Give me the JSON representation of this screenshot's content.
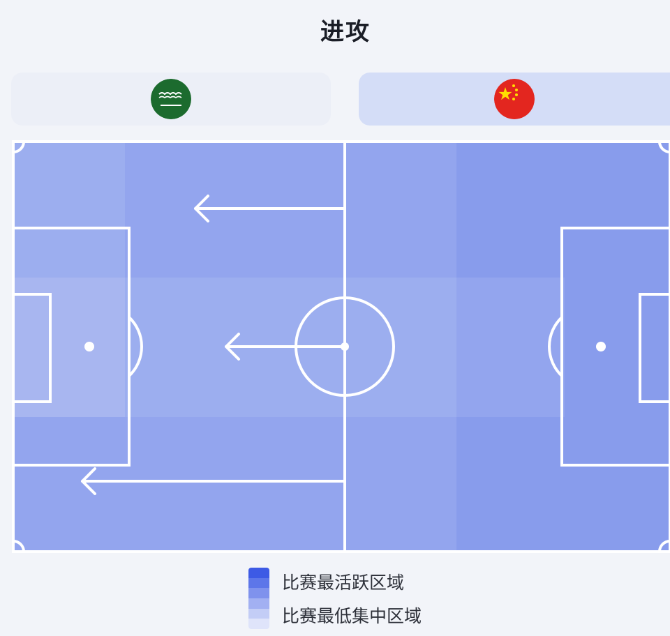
{
  "page": {
    "title": "进攻"
  },
  "teams": [
    {
      "side": "left",
      "flag_icon": "saudi-arabia-flag-icon",
      "flag_color": "#1c6b2e",
      "selected": false
    },
    {
      "side": "right",
      "flag_icon": "china-flag-icon",
      "flag_color": "#e3261f",
      "selected": true
    }
  ],
  "heatmap": {
    "columns": 6,
    "rows": 3,
    "levels": [
      [
        2,
        3,
        3,
        3,
        4,
        4
      ],
      [
        1,
        2,
        2,
        2,
        3,
        4
      ],
      [
        3,
        3,
        3,
        3,
        4,
        4
      ]
    ],
    "palette": [
      "#b7c3f1",
      "#a8b6f0",
      "#9caeef",
      "#93a5ee",
      "#889cec"
    ],
    "arrows": [
      {
        "lane": "top",
        "direction": "left"
      },
      {
        "lane": "center",
        "direction": "left"
      },
      {
        "lane": "bottom",
        "direction": "left"
      }
    ]
  },
  "legend": {
    "most_active": "比赛最活跃区域",
    "least_active": "比赛最低集中区域",
    "scale_colors": [
      "#3d5ae5",
      "#5d76e9",
      "#7f92ed",
      "#a2b0f2",
      "#c3cdf6",
      "#dfe4fa"
    ]
  }
}
